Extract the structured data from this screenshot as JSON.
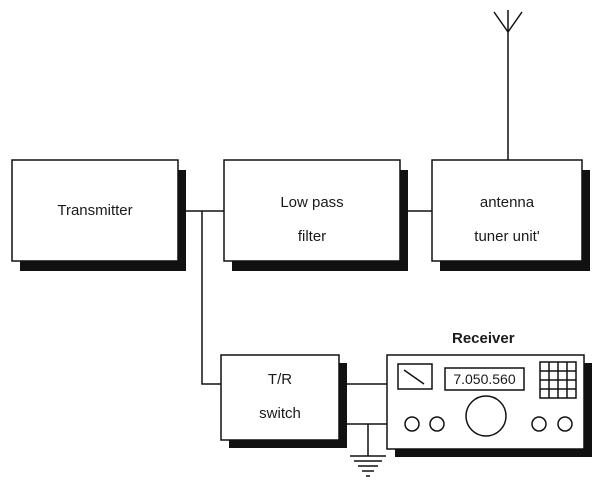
{
  "blocks": {
    "transmitter": "Transmitter",
    "low_pass_line1": "Low pass",
    "low_pass_line2": "filter",
    "antenna_line1": "antenna",
    "antenna_line2": "tuner unit'",
    "tr_line1": "T/R",
    "tr_line2": "switch"
  },
  "receiver": {
    "title": "Receiver",
    "frequency": "7.050.560"
  },
  "icons": [
    "antenna-icon",
    "ground-icon",
    "meter-icon",
    "keypad-icon",
    "tuning-knob-icon"
  ]
}
